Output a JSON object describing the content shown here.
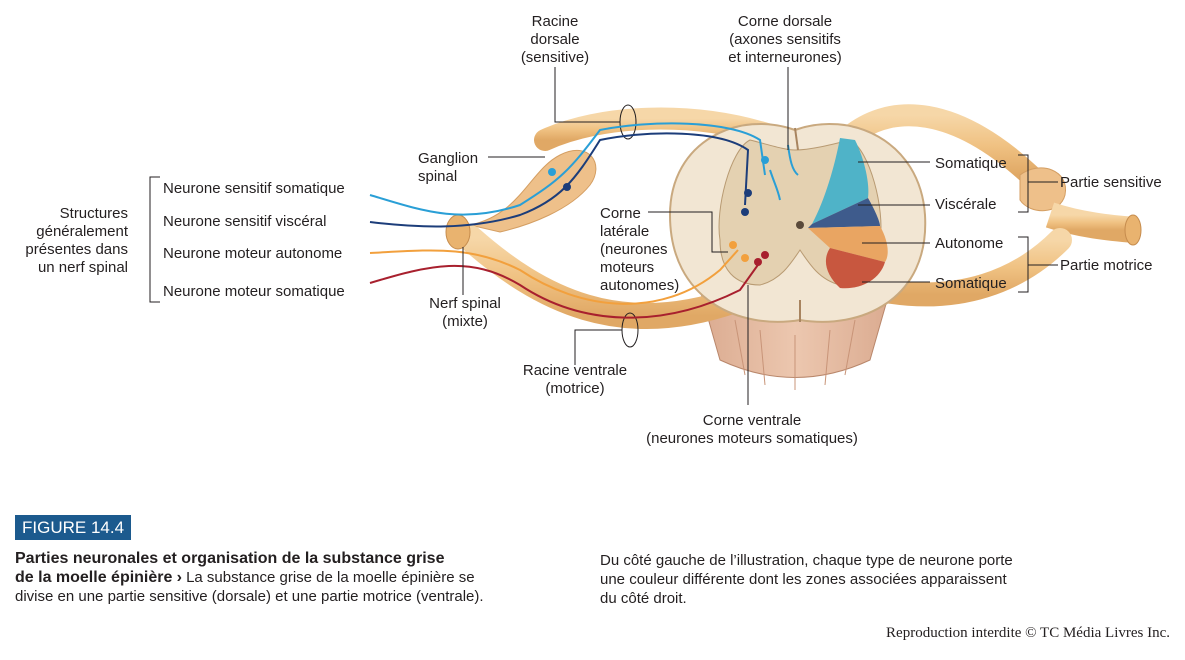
{
  "figure": {
    "badge": "FIGURE 14.4",
    "title_line1": "Parties neuronales et organisation de la substance grise",
    "title_line2": "de la moelle épinière",
    "arrow": "›",
    "desc_line2": "La substance grise de la moelle épinière se",
    "desc_line3": "divise en une partie sensitive (dorsale) et une partie motrice (ventrale).",
    "right_line1": "Du côté gauche de l’illustration, chaque type de neurone porte",
    "right_line2": "une couleur différente dont les zones associées apparaissent",
    "right_line3": "du côté droit.",
    "copyright": "Reproduction interdite © TC Média Livres Inc."
  },
  "labels": {
    "structures": [
      "Structures",
      "généralement",
      "présentes dans",
      "un nerf spinal"
    ],
    "neurons": [
      {
        "text": "Neurone sensitif somatique",
        "color": "#2a9fd6"
      },
      {
        "text": "Neurone sensitif viscéral",
        "color": "#1c3d7a"
      },
      {
        "text": "Neurone moteur autonome",
        "color": "#f2a03d"
      },
      {
        "text": "Neurone moteur somatique",
        "color": "#a8202e"
      }
    ],
    "racine_dorsale": [
      "Racine",
      "dorsale",
      "(sensitive)"
    ],
    "corne_dorsale": [
      "Corne dorsale",
      "(axones sensitifs",
      "et interneurones)"
    ],
    "ganglion": [
      "Ganglion",
      "spinal"
    ],
    "corne_laterale": [
      "Corne",
      "latérale",
      "(neurones",
      "moteurs",
      "autonomes)"
    ],
    "nerf_spinal": [
      "Nerf spinal",
      "(mixte)"
    ],
    "racine_ventrale": [
      "Racine ventrale",
      "(motrice)"
    ],
    "corne_ventrale": [
      "Corne ventrale",
      "(neurones moteurs somatiques)"
    ],
    "zones": [
      {
        "text": "Somatique",
        "color": "#4fb3c8"
      },
      {
        "text": "Viscérale",
        "color": "#3e5b8c"
      },
      {
        "text": "Autonome",
        "color": "#e9a562"
      },
      {
        "text": "Somatique",
        "color": "#c8573f"
      }
    ],
    "partie_sensitive": "Partie sensitive",
    "partie_motrice": "Partie motrice"
  }
}
